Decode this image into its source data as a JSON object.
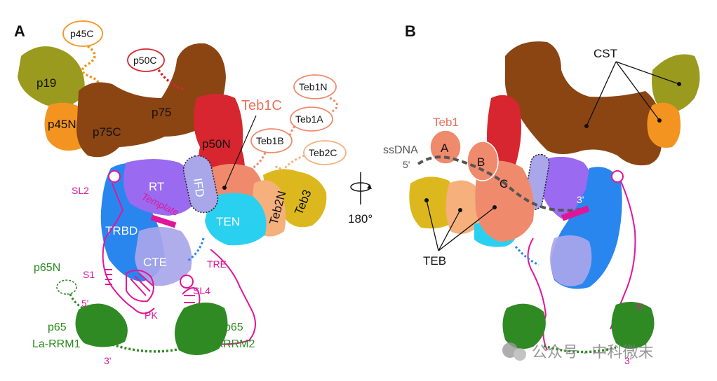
{
  "panels": {
    "a": "A",
    "b": "B"
  },
  "panel_a": {
    "p45c": "p45C",
    "p19": "p19",
    "p45n": "p45N",
    "p50c": "p50C",
    "p75": "p75",
    "p75c": "p75C",
    "teb1c": "Teb1C",
    "teb1n": "Teb1N",
    "teb1a": "Teb1A",
    "teb1b": "Teb1B",
    "teb2c": "Teb2C",
    "p50n": "p50N",
    "ifd": "IFD",
    "rt": "RT",
    "template": "Template",
    "sl2": "SL2",
    "trbd": "TRBD",
    "ten": "TEN",
    "teb2n": "Teb2N",
    "teb3": "Teb3",
    "cte": "CTE",
    "tre": "TRE",
    "s1": "S1",
    "sl4": "SL4",
    "pk": "PK",
    "p65n": "p65N",
    "five_prime": "5'",
    "three_prime": "3'",
    "p65_left": "p65",
    "la_rrm1": "La-RRM1",
    "p65_right": "p65",
    "xrrm2": "xRRM2"
  },
  "rotation": {
    "degrees": "180°"
  },
  "panel_b": {
    "cst": "CST",
    "teb1": "Teb1",
    "ssdna": "ssDNA",
    "five_prime": "5'",
    "a": "A",
    "b": "B",
    "c": "C",
    "three_prime_top": "3'",
    "teb": "TEB",
    "five_prime_low": "5'",
    "three_prime_low": "3'"
  },
  "watermark": {
    "text": "公众号 · 中科微末"
  },
  "colors": {
    "brown": "#8b4513",
    "olive": "#9a9a1e",
    "orange": "#f39420",
    "red": "#d7262f",
    "salmon": "#f08a6c",
    "purple": "#9a6af0",
    "blue": "#2a86ef",
    "cyan": "#2ad0f0",
    "lavender": "#a9a6ea",
    "gold": "#dcb81e",
    "peach": "#f5b07c",
    "green": "#2f8a24",
    "magenta": "#e0169a"
  }
}
